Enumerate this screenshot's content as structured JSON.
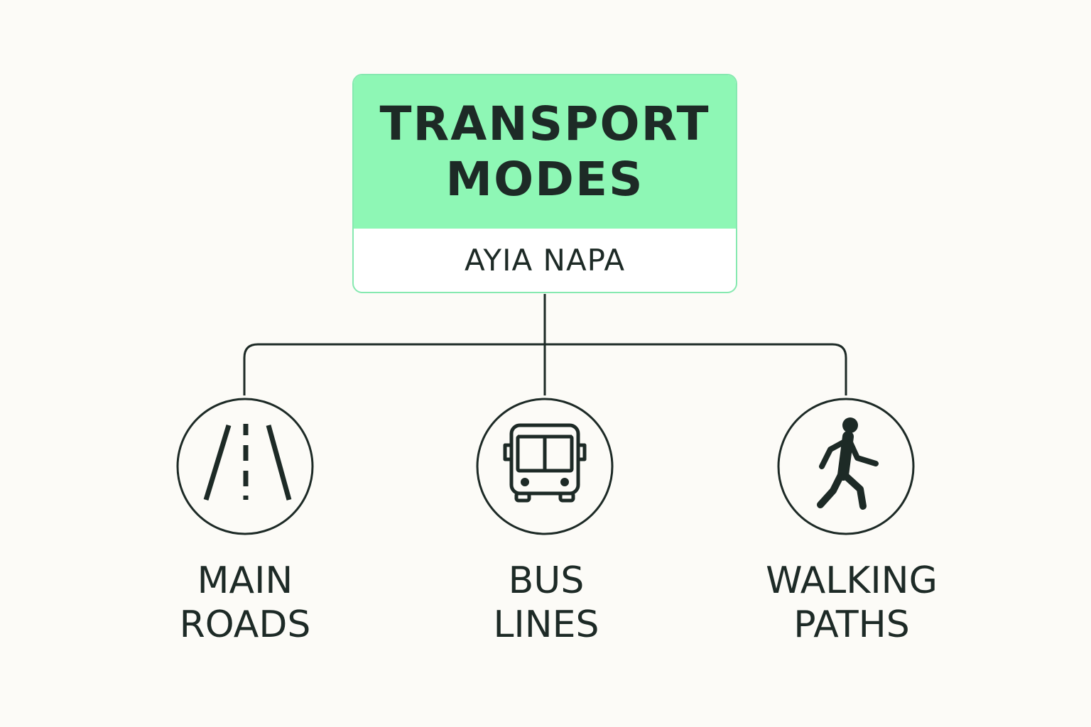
{
  "root": {
    "title_lines": [
      "TRANSPORT",
      "MODES"
    ],
    "subtitle": "AYIA NAPA"
  },
  "nodes": [
    {
      "id": "main-roads",
      "icon": "road-icon",
      "label_lines": [
        "MAIN",
        "ROADS"
      ]
    },
    {
      "id": "bus-lines",
      "icon": "bus-icon",
      "label_lines": [
        "BUS",
        "LINES"
      ]
    },
    {
      "id": "walking-paths",
      "icon": "pedestrian-icon",
      "label_lines": [
        "WALKING",
        "PATHS"
      ]
    }
  ],
  "colors": {
    "background": "#fcfbf7",
    "header_fill": "#8ef7b5",
    "header_border": "#86e9b0",
    "ink": "#1d2a26"
  }
}
